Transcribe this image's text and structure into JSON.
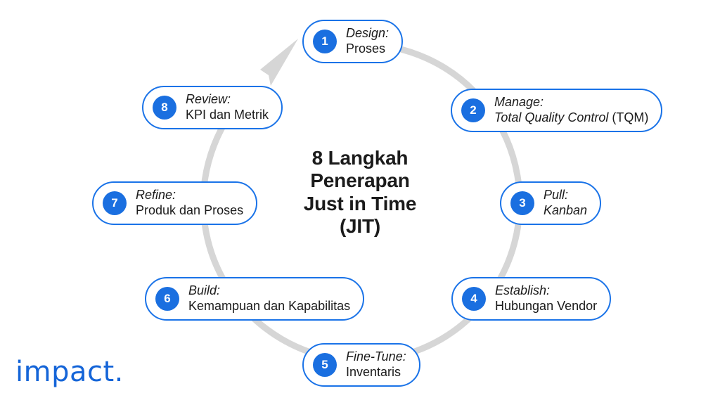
{
  "background_color": "#ffffff",
  "accent_color": "#1a73e8",
  "number_circle_color": "#1a6fe0",
  "ring_color": "#d6d6d6",
  "text_color": "#1b1b1b",
  "center_title": {
    "lines": [
      "8 Langkah",
      "Penerapan",
      "Just in Time",
      "(JIT)"
    ]
  },
  "steps": [
    {
      "number": "1",
      "lead": "Design:",
      "body": "Proses",
      "body_italic": false,
      "body_suffix": ""
    },
    {
      "number": "2",
      "lead": "Manage:",
      "body": "Total Quality Control",
      "body_italic": true,
      "body_suffix": " (TQM)"
    },
    {
      "number": "3",
      "lead": "Pull:",
      "body": "Kanban",
      "body_italic": true,
      "body_suffix": ""
    },
    {
      "number": "4",
      "lead": "Establish:",
      "body": "Hubungan Vendor",
      "body_italic": false,
      "body_suffix": ""
    },
    {
      "number": "5",
      "lead": "Fine-Tune:",
      "body": "Inventaris",
      "body_italic": false,
      "body_suffix": ""
    },
    {
      "number": "6",
      "lead": "Build:",
      "body": "Kemampuan dan Kapabilitas",
      "body_italic": false,
      "body_suffix": ""
    },
    {
      "number": "7",
      "lead": "Refine:",
      "body": "Produk dan Proses",
      "body_italic": false,
      "body_suffix": ""
    },
    {
      "number": "8",
      "lead": "Review:",
      "body": "KPI dan Metrik",
      "body_italic": false,
      "body_suffix": ""
    }
  ],
  "logo": {
    "text": "impact."
  }
}
